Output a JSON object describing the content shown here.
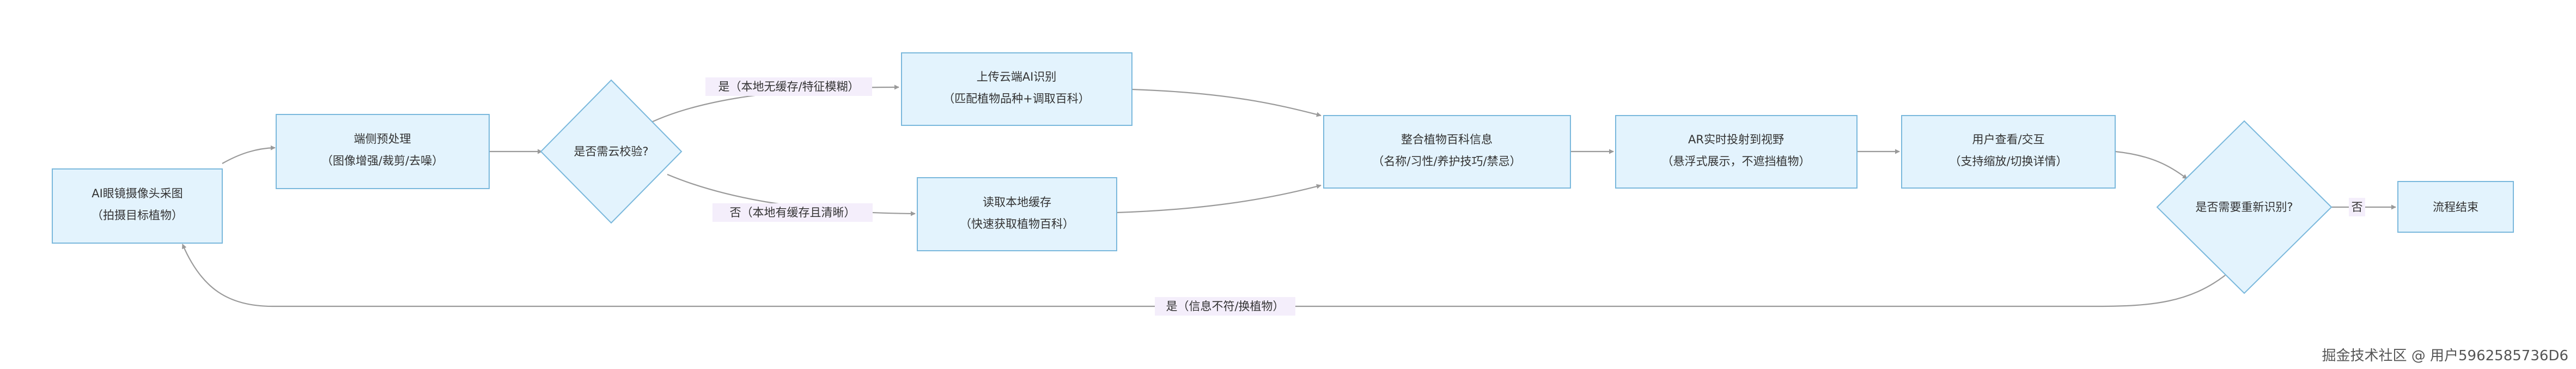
{
  "nodes": {
    "capture": {
      "line1": "AI眼镜摄像头采图",
      "line2": "（拍摄目标植物）"
    },
    "preprocess": {
      "line1": "端侧预处理",
      "line2": "（图像增强/裁剪/去噪）"
    },
    "need_cloud": {
      "line1": "是否需云校验?"
    },
    "cloud_upload": {
      "line1": "上传云端AI识别",
      "line2": "（匹配植物品种+调取百科）"
    },
    "local_cache": {
      "line1": "读取本地缓存",
      "line2": "（快速获取植物百科）"
    },
    "integrate": {
      "line1": "整合植物百科信息",
      "line2": "（名称/习性/养护技巧/禁忌）"
    },
    "ar_project": {
      "line1": "AR实时投射到视野",
      "line2": "（悬浮式展示，不遮挡植物）"
    },
    "user_interact": {
      "line1": "用户查看/交互",
      "line2": "（支持缩放/切换详情）"
    },
    "need_reidentify": {
      "line1": "是否需要重新识别?"
    },
    "end": {
      "line1": "流程结束"
    }
  },
  "edges": {
    "yes_cloud": "是（本地无缓存/特征模糊）",
    "no_local": "否（本地有缓存且清晰）",
    "no_end": "否",
    "yes_retry": "是（信息不符/换植物）"
  },
  "watermark": "掘金技术社区 @ 用户5962585736D6"
}
